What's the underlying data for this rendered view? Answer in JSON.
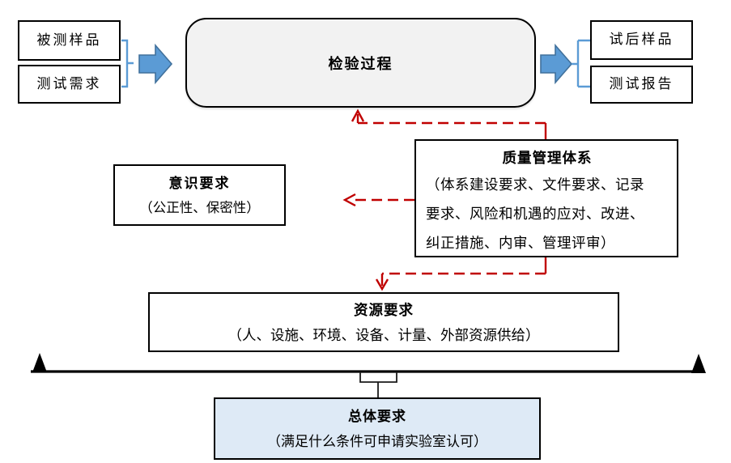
{
  "diagram": {
    "inputs": [
      "被测样品",
      "测试需求"
    ],
    "process_label": "检验过程",
    "outputs": [
      "试后样品",
      "测试报告"
    ],
    "qms": {
      "title": "质量管理体系",
      "body_lines": [
        "（体系建设要求、文件要求、记录",
        "要求、风险和机遇的应对、改进、",
        "纠正措施、内审、管理评审）"
      ]
    },
    "awareness": {
      "title": "意识要求",
      "body": "（公正性、保密性）"
    },
    "resources": {
      "title": "资源要求",
      "body": "（人、设施、环境、设备、计量、外部资源供给）"
    },
    "overall": {
      "title": "总体要求",
      "body": "（满足什么条件可申请实验室认可）"
    }
  },
  "colors": {
    "block_arrow_fill": "#5B9BD5",
    "block_arrow_border": "#41719C",
    "connector_blue": "#5B9BD5",
    "dashed_red": "#C00000",
    "process_fill": "#F2F2F2",
    "overall_fill": "#DEEAF6",
    "box_border": "#000000"
  }
}
